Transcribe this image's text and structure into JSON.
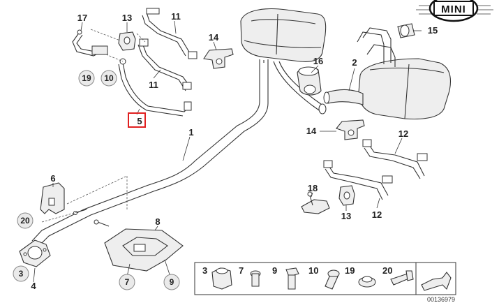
{
  "brand": {
    "logo_text": "MINI"
  },
  "callouts": {
    "c1": "1",
    "c2": "2",
    "c3": "3",
    "c4": "4",
    "c5": "5",
    "c6": "6",
    "c7": "7",
    "c8": "8",
    "c9": "9",
    "c10": "10",
    "c11a": "11",
    "c11b": "11",
    "c12a": "12",
    "c12b": "12",
    "c13a": "13",
    "c13b": "13",
    "c14a": "14",
    "c14b": "14",
    "c15": "15",
    "c16": "16",
    "c17": "17",
    "c18": "18",
    "c19": "19",
    "c20": "20"
  },
  "legend": {
    "items": [
      "3",
      "7",
      "9",
      "10",
      "19",
      "20"
    ]
  },
  "doc_number": "00136979",
  "selected_part": "5",
  "colors": {
    "highlight": "#e02020",
    "line": "#333333",
    "fill": "#eeeeee"
  }
}
